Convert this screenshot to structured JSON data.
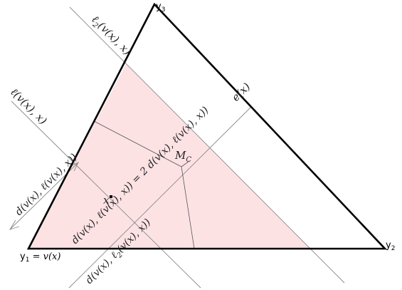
{
  "labels": {
    "y3": "y",
    "y3_sub": "3",
    "y2": "y",
    "y2_sub": "2",
    "y1": "y",
    "y1_sub": "1",
    "y1_eq": " = v(x)",
    "l2": "ℓ",
    "l2_sub": "2",
    "l2_rest": "(v(x), x)",
    "l": "ℓ(v(x), x)",
    "e": "e(x)",
    "mc": "M",
    "mc_sub": "C",
    "x": "x",
    "d_top": "d(v(x), ℓ(v(x), x))",
    "d_long": "d(v(x), ℓ(v(x), x)) = 2 d(v(x), ℓ(v(x), x))",
    "d_bottom": "d(v(x), ℓ",
    "d_bottom_sub": "2",
    "d_bottom_rest": "(v(x), x))"
  },
  "colors": {
    "region_fill": "#fde2e4",
    "triangle_stroke": "#000000",
    "guide_stroke": "#8a8a8a"
  }
}
